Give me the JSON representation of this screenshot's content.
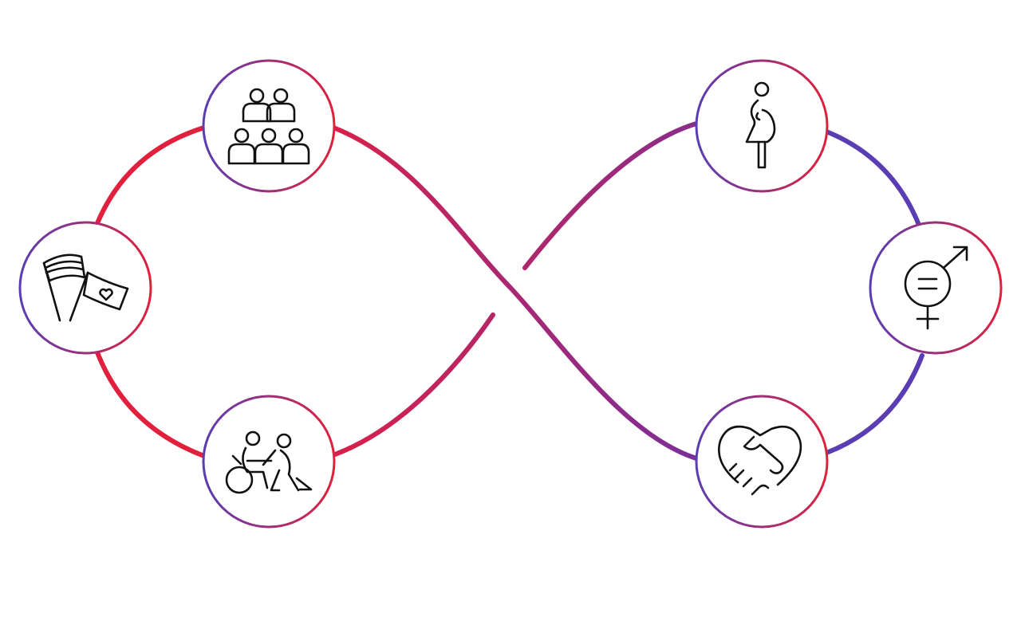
{
  "colors": {
    "red": "#e0203c",
    "purple": "#5a3db3",
    "mid": "#b02a6a",
    "icon": "#111111"
  },
  "nodes": [
    {
      "id": "team",
      "icon": "group-people-icon"
    },
    {
      "id": "pride",
      "icon": "pride-flags-icon"
    },
    {
      "id": "disability",
      "icon": "wheelchair-assist-icon"
    },
    {
      "id": "pregnancy",
      "icon": "pregnant-woman-icon"
    },
    {
      "id": "gender-equality",
      "icon": "gender-equality-icon"
    },
    {
      "id": "inclusion",
      "icon": "heart-handshake-icon"
    }
  ]
}
